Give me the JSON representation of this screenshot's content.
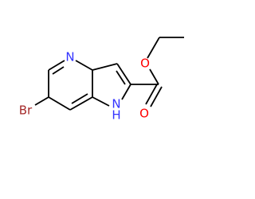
{
  "atoms": {
    "n_pyridine": {
      "label": "N",
      "color": "#3333ff"
    },
    "bromine": {
      "label": "Br",
      "color": "#a52a2a"
    },
    "nh_h": {
      "label": "H",
      "color": "#3333ff"
    },
    "nh_n": {
      "label": "N",
      "color": "#3333ff"
    },
    "o_carbonyl": {
      "label": "O",
      "color": "#ff0000"
    },
    "o_ester": {
      "label": "O",
      "color": "#ff0000"
    }
  },
  "bond_color": "#000000"
}
